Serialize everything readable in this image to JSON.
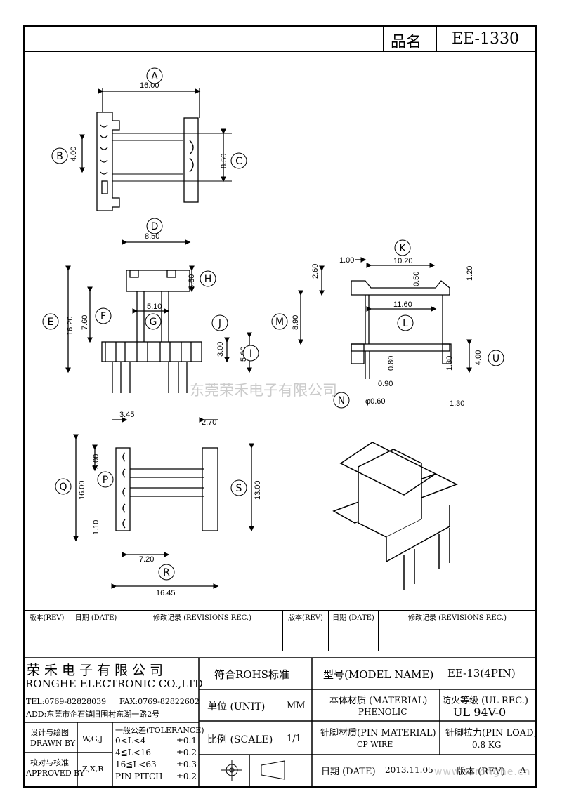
{
  "header": {
    "name_label": "品名",
    "part_number": "EE-1330"
  },
  "views": {
    "top": {
      "A": "16.00",
      "B": "4.00",
      "C": "8.50"
    },
    "front": {
      "D": "8.50",
      "H": "3.60",
      "E": "16.20",
      "F": "7.60",
      "G": "5.10",
      "J": "3.00",
      "I": "5.00"
    },
    "side": {
      "K": "10.20",
      "dim_100": "1.00",
      "dim_260": "2.60",
      "dim_050": "0.50",
      "dim_120": "1.20",
      "L": "11.60",
      "M": "8.90",
      "dim_080": "0.80",
      "dim_130a": "1.30",
      "U": "4.00",
      "dim_090": "0.90",
      "N": "φ0.60",
      "dim_130b": "1.30"
    },
    "bottom": {
      "dim_345": "3.45",
      "dim_270": "2.70",
      "P": "3.00",
      "Q": "16.00",
      "dim_110": "1.10",
      "S": "13.00",
      "dim_720": "7.20",
      "R": "16.45"
    }
  },
  "labels": [
    "A",
    "B",
    "C",
    "D",
    "E",
    "F",
    "G",
    "H",
    "I",
    "J",
    "K",
    "L",
    "M",
    "N",
    "P",
    "Q",
    "R",
    "S",
    "U"
  ],
  "watermark_center": "东莞荣禾电子有限公司",
  "watermark_corner": "www.szronghe.cn",
  "revisions": {
    "headers": [
      "版本(REV)",
      "日期 (DATE)",
      "修改记录 (REVISIONS REC.)",
      "版本(REV)",
      "日期 (DATE)",
      "修改记录 (REVISIONS REC.)"
    ]
  },
  "company": {
    "name_cn": "荣禾电子有限公司",
    "name_en": "RONGHE ELECTRONIC CO.,LTD",
    "tel": "TEL:0769-82828039",
    "fax": "FAX:0769-82822602",
    "addr": "ADD:东莞市企石镇旧围村东湖一路2号"
  },
  "design": {
    "label_cn": "设计与绘图",
    "label_en": "DRAWN BY",
    "value": "W,G,J"
  },
  "approve": {
    "label_cn": "校对与核准",
    "label_en": "APPROVED BY",
    "value": "Z,X,R"
  },
  "tolerance": {
    "title": "一般公差(TOLERANCE)",
    "rows": [
      {
        "range": "0<L<4",
        "tol": "±0.1"
      },
      {
        "range": "4≦L<16",
        "tol": "±0.2"
      },
      {
        "range": "16≦L<63",
        "tol": "±0.3"
      },
      {
        "range": "PIN PITCH",
        "tol": "±0.2"
      }
    ]
  },
  "rohs": "符合ROHS标准",
  "unit": {
    "label": "单位 (UNIT)",
    "value": "MM"
  },
  "scale": {
    "label": "比例 (SCALE)",
    "value": "1/1"
  },
  "model": {
    "label": "型号(MODEL NAME)",
    "value": "EE-13(4PIN)"
  },
  "material": {
    "label": "本体材质 (MATERIAL)",
    "value": "PHENOLIC"
  },
  "ul": {
    "label": "防火等级 (UL REC.)",
    "value": "UL 94V-0"
  },
  "pin_material": {
    "label": "针脚材质(PIN MATERIAL)",
    "value": "CP WIRE"
  },
  "pin_load": {
    "label": "针脚拉力(PIN LOAD)",
    "value": "0.8 KG"
  },
  "date": {
    "label": "日期 (DATE)",
    "value": "2013.11.05"
  },
  "version": {
    "label": "版本 (REV)",
    "value": "A"
  }
}
